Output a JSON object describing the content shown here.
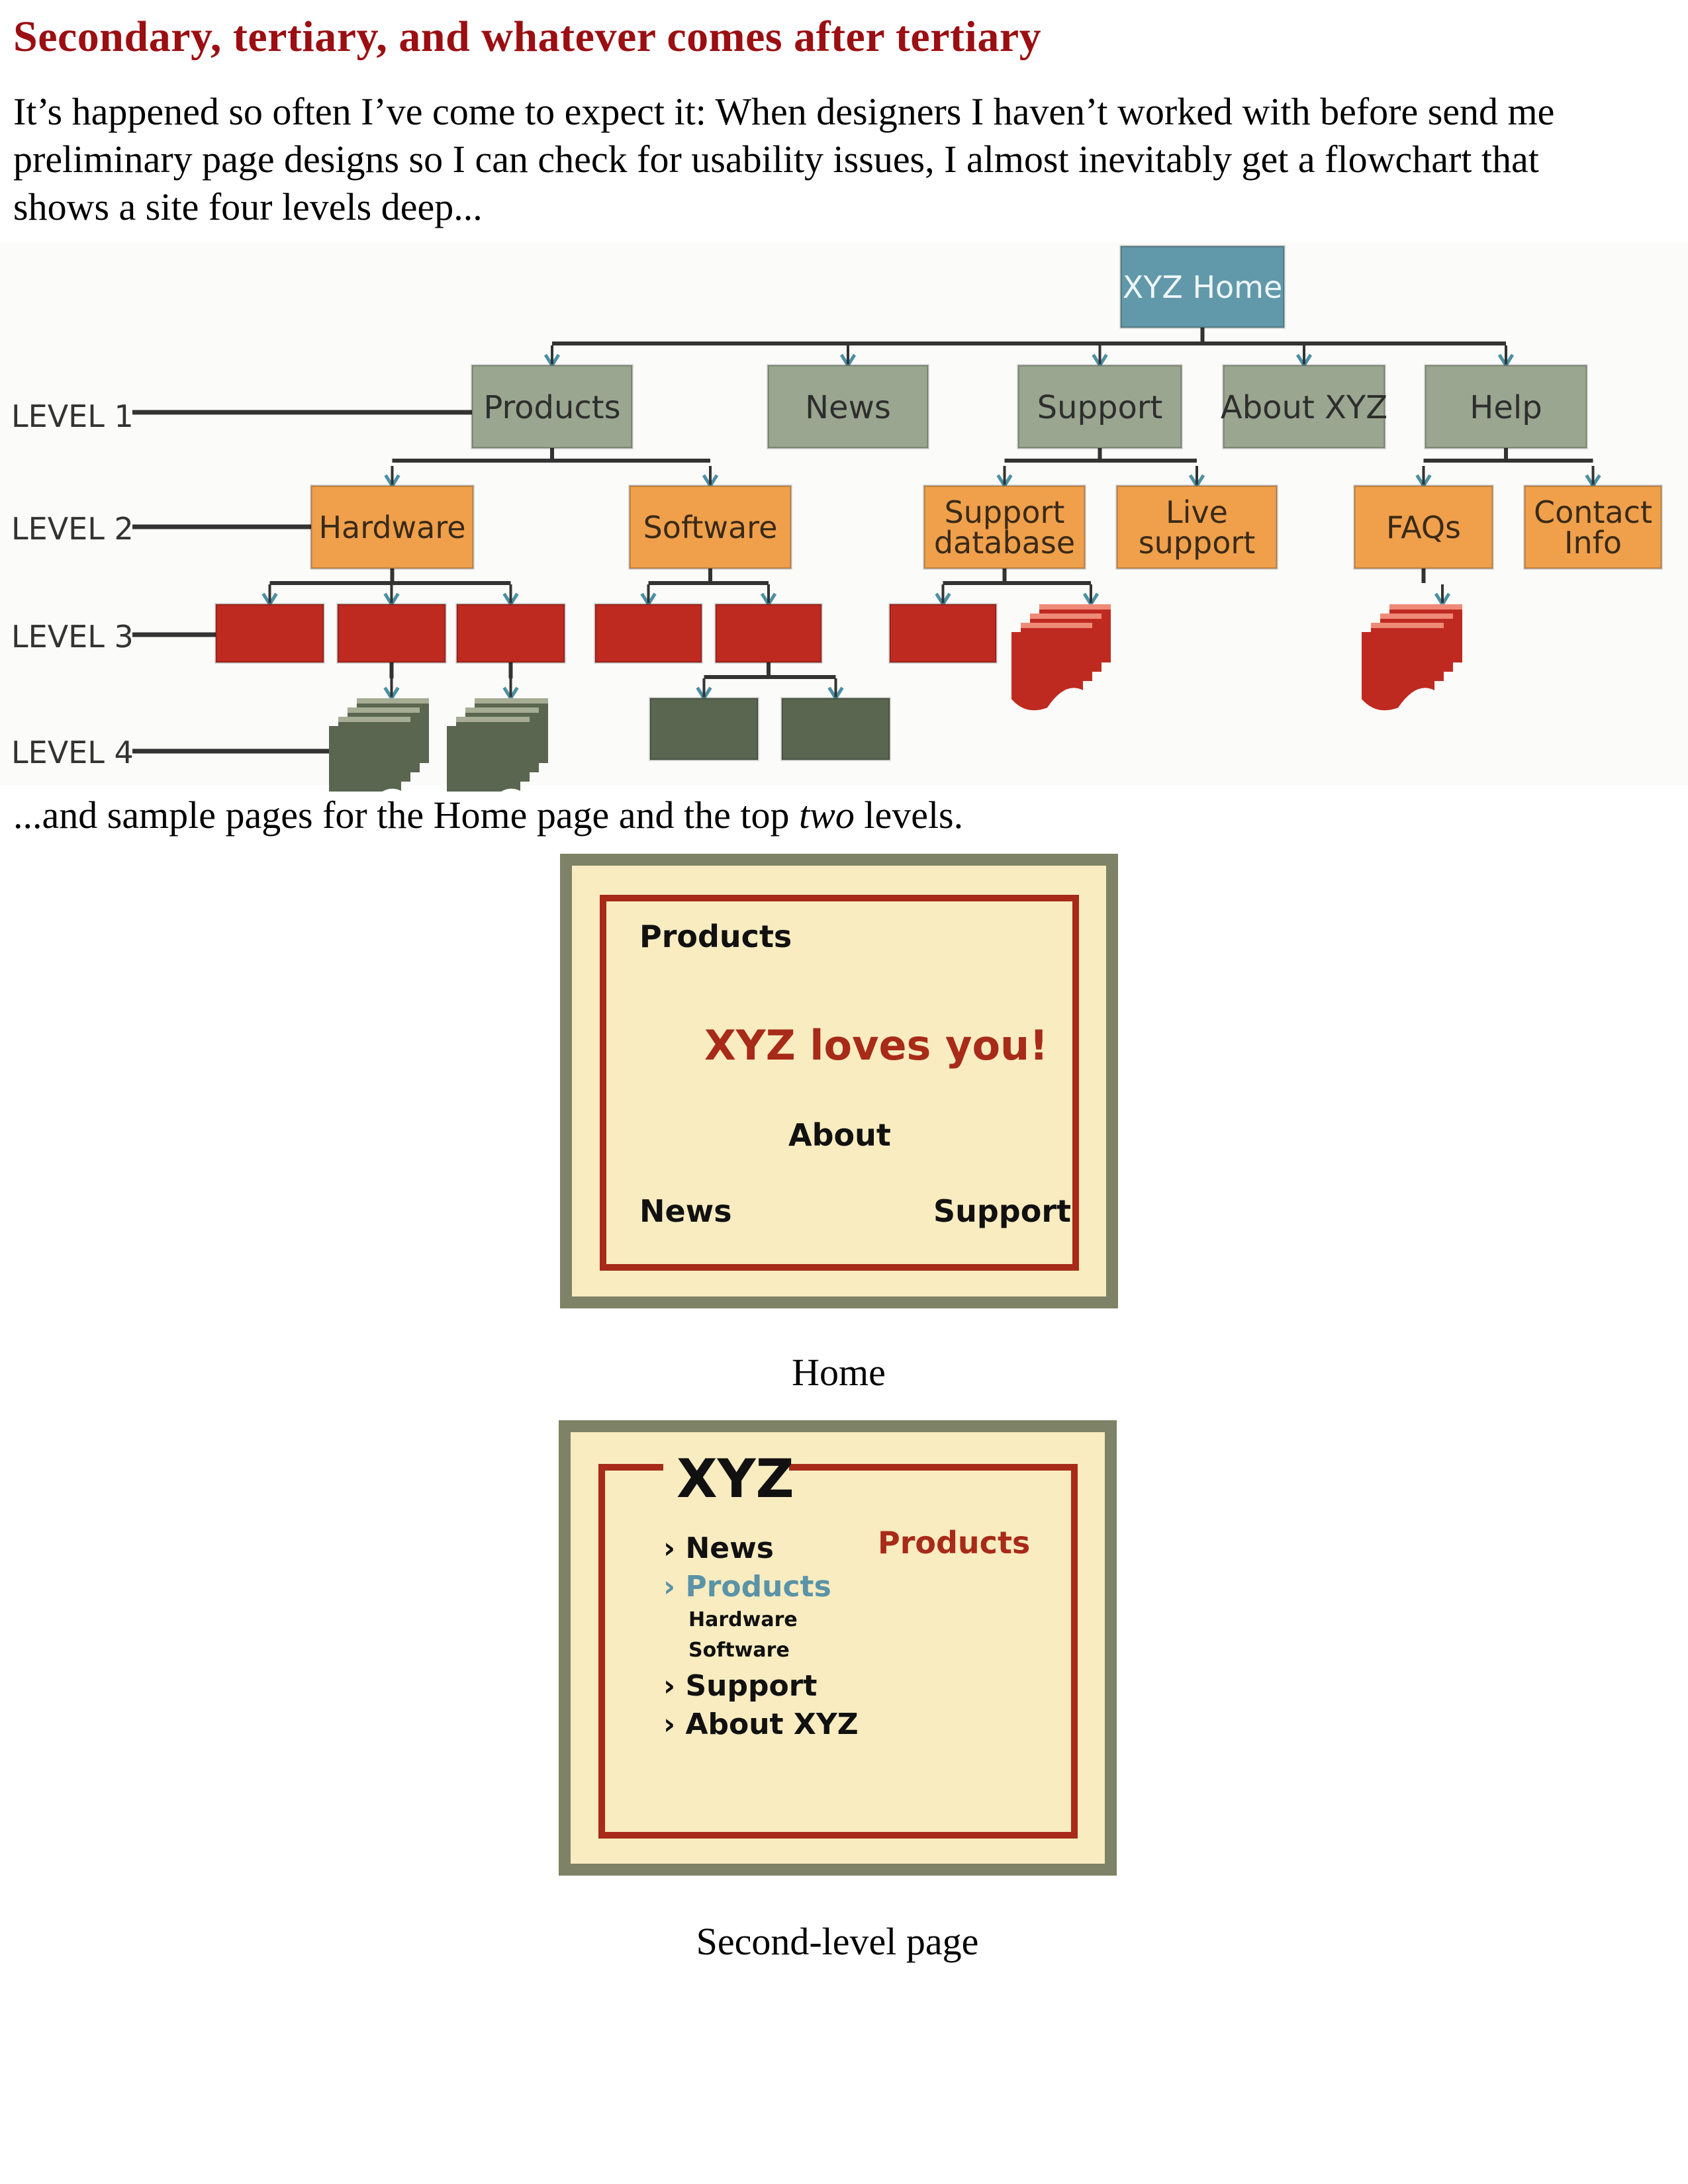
{
  "heading": "Secondary, tertiary, and whatever comes after tertiary",
  "intro_lines": [
    "It’s happened so often I’ve come to expect it: When designers I haven’t worked with before send me",
    "preliminary page designs so I can check for usability issues, I almost inevitably get a flowchart that",
    "shows a site four levels deep..."
  ],
  "followup": {
    "before": "...and sample pages for the Home page and the top ",
    "emphasis": "two",
    "after": " levels."
  },
  "flowchart": {
    "colors": {
      "home": "#6299aa",
      "level1": "#9aa68f",
      "level2": "#f0a04b",
      "level3": "#bf2a20",
      "level4": "#5a6650",
      "connector": "#333333",
      "arrow": "#4a90a2"
    },
    "level_labels": [
      "LEVEL 1",
      "LEVEL 2",
      "LEVEL 3",
      "LEVEL 4"
    ],
    "root": "XYZ Home",
    "level1": [
      {
        "label": "Products",
        "children": [
          "Hardware",
          "Software"
        ]
      },
      {
        "label": "News",
        "children": []
      },
      {
        "label": "Support",
        "children": [
          "Support database",
          "Live support"
        ]
      },
      {
        "label": "About XYZ",
        "children": []
      },
      {
        "label": "Help",
        "children": [
          "FAQs",
          "Contact Info"
        ]
      }
    ],
    "level2": [
      {
        "label": "Hardware",
        "level3_pages": 3
      },
      {
        "label": "Software",
        "level3_pages": 2
      },
      {
        "label": "Support database",
        "level3_pages": 2
      },
      {
        "label": "Live support",
        "level3_pages": 0
      },
      {
        "label": "FAQs",
        "level3_pages": 1
      },
      {
        "label": "Contact Info",
        "level3_pages": 0
      }
    ]
  },
  "home_mockup": {
    "caption": "Home",
    "links": {
      "products": "Products",
      "tagline": "XYZ loves you!",
      "about": "About",
      "news": "News",
      "support": "Support"
    },
    "colors": {
      "background": "#f8ecc0",
      "frame": "#7e8266",
      "border": "#a82a18",
      "accent": "#a82a18"
    }
  },
  "second_mockup": {
    "caption": "Second-level page",
    "logo": "XYZ",
    "nav": [
      {
        "label": "News",
        "active": false,
        "level": 1
      },
      {
        "label": "Products",
        "active": true,
        "level": 1
      },
      {
        "label": "Hardware",
        "active": false,
        "level": 2
      },
      {
        "label": "Software",
        "active": false,
        "level": 2
      },
      {
        "label": "Support",
        "active": false,
        "level": 1
      },
      {
        "label": "About XYZ",
        "active": false,
        "level": 1
      }
    ],
    "page_heading": "Products",
    "nav_bullet": "›",
    "colors": {
      "active": "#5b93a7",
      "heading": "#a82a18"
    }
  }
}
